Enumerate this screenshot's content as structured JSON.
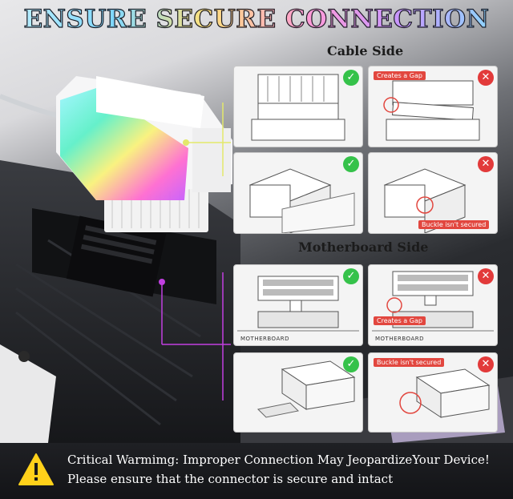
{
  "title": "ENSURE SECURE CONNECTION",
  "sections": {
    "cable_side": "Cable Side",
    "motherboard_side": "Motherboard Side"
  },
  "callouts": {
    "creates_gap": "Creates a Gap",
    "buckle_not_secured": "Buckle isn't secured"
  },
  "labels": {
    "motherboard": "MOTHERBOARD"
  },
  "warning": {
    "line1": "Critical Warmimg: Improper Connection May JeopardizeYour Device!",
    "line2": "Please ensure that the connector is secure and intact"
  },
  "colors": {
    "ok": "#35c24a",
    "bad": "#e23a3a",
    "callout": "#e2473f"
  },
  "icons": {
    "ok": "check-icon",
    "bad": "cross-icon",
    "warn": "warning-triangle-icon"
  }
}
